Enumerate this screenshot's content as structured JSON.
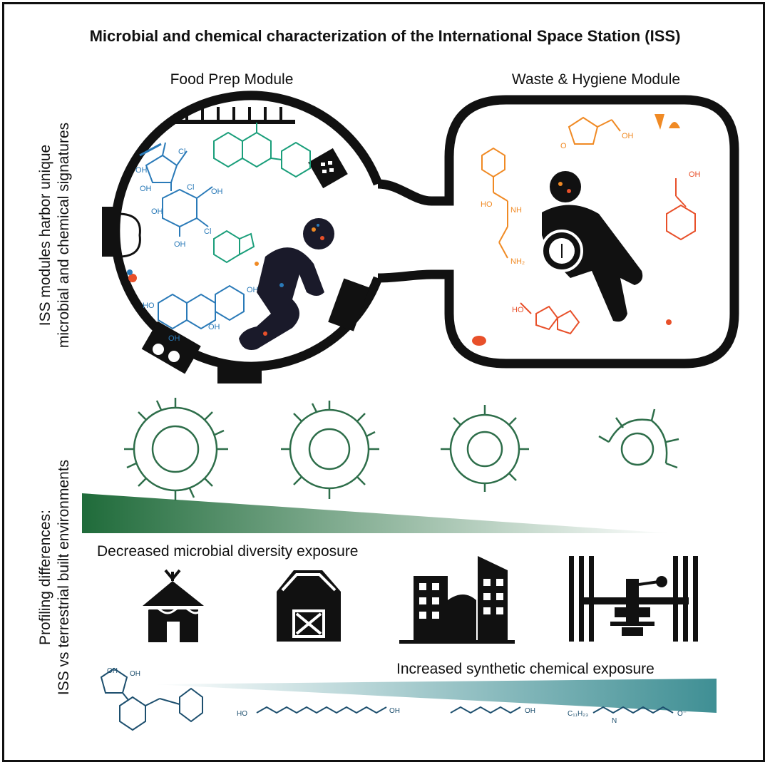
{
  "title": "Microbial and chemical characterization of the International Space Station (ISS)",
  "top_section": {
    "side_label_line1": "ISS modules harbor unique",
    "side_label_line2": "microbial and chemical signatures",
    "module_left": "Food Prep Module",
    "module_right": "Waste & Hygiene Module"
  },
  "bottom_section": {
    "side_label_line1": "Profiling differences:",
    "side_label_line2": "ISS vs terrestrial built environments",
    "microbial_caption": "Decreased microbial diversity exposure",
    "chemical_caption": "Increased synthetic chemical exposure"
  },
  "chem_labels": {
    "cl1": "Cl",
    "cl2": "Cl",
    "cl3": "Cl",
    "oh_a": "OH",
    "oh_b": "OH",
    "oh_c": "OH",
    "oh_d": "OH",
    "oh_e": "OH",
    "oh_f": "HO",
    "oh_g": "OH",
    "oh_h": "OH",
    "oh_i": "OH",
    "oh_j": "HO",
    "w_oh1": "OH",
    "w_nh": "NH",
    "w_oh2": "OH",
    "w_ho": "HO",
    "w_o": "O",
    "w_nh2": "NH₂",
    "b_oh1": "OH",
    "b_oh2": "OH",
    "b_ho1": "HO",
    "b_oh3": "OH",
    "b_oh4": "OH",
    "b_oh5": "OH",
    "b_c11": "C₁₁H₂₃",
    "b_n": "N",
    "b_o": "O⁻"
  },
  "colors": {
    "molecule_blue": "#2a7ab8",
    "molecule_teal": "#1a9e7a",
    "molecule_orange": "#f08a24",
    "molecule_red": "#e8502a",
    "tree_green": "#2e6e4a",
    "gradient_green": "#1f6b3a",
    "gradient_teal": "#3f8f94"
  },
  "icons": [
    "hut-icon",
    "barn-icon",
    "city-buildings-icon",
    "space-station-icon",
    "astronaut-icon"
  ]
}
